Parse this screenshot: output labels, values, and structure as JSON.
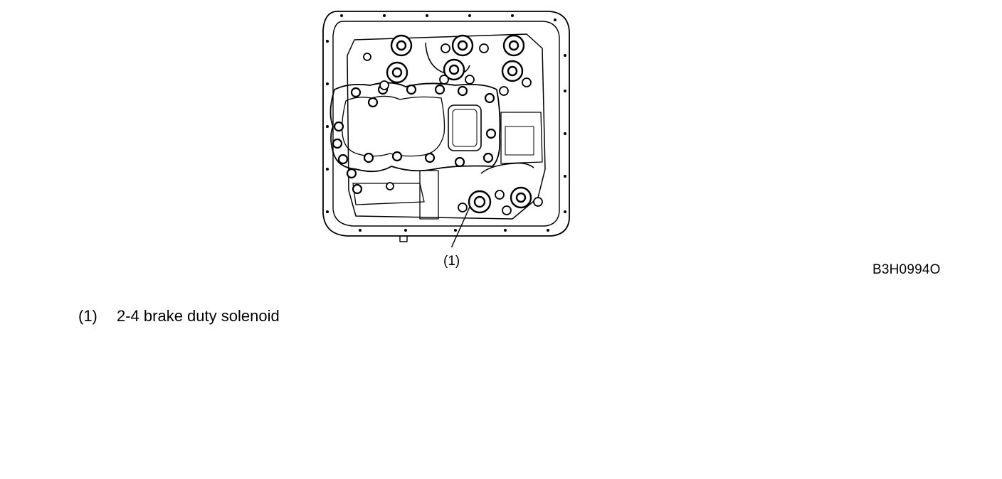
{
  "diagram": {
    "subject": "transmission-control-valve-body",
    "callout_label": "(1)",
    "figure_code": "B3H0994O"
  },
  "legend": [
    {
      "number": "(1)",
      "text": "2-4 brake duty solenoid"
    }
  ]
}
